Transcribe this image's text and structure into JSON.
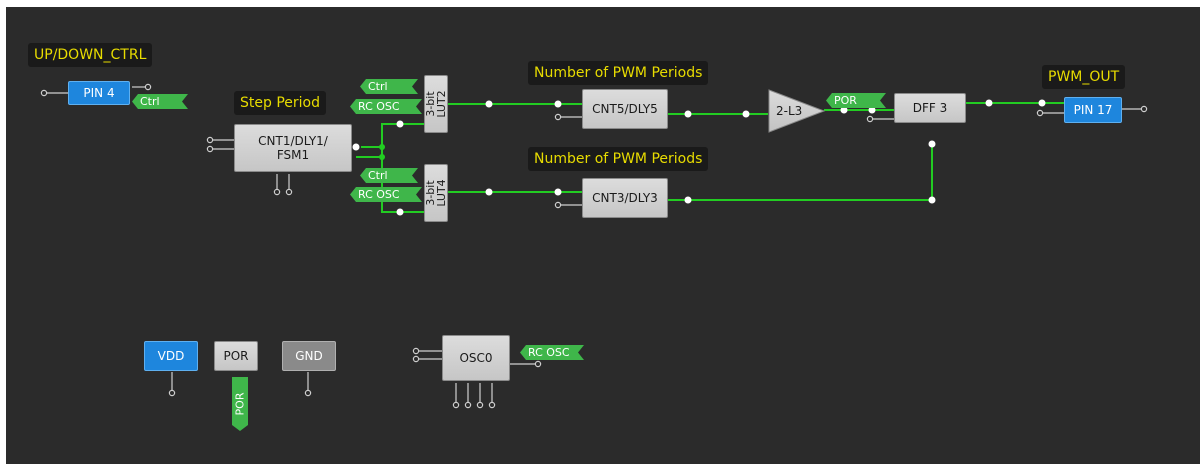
{
  "labels": {
    "up_down_ctrl": "UP/DOWN_CTRL",
    "step_period": "Step Period",
    "pwm_periods_top": "Number of PWM Periods",
    "pwm_periods_bottom": "Number of PWM Periods",
    "pwm_out": "PWM_OUT"
  },
  "blocks": {
    "pin4": "PIN 4",
    "cnt1": "CNT1/DLY1/\nFSM1",
    "lut2": "3-bit\nLUT2",
    "lut4": "3-bit\nLUT4",
    "cnt5": "CNT5/DLY5",
    "cnt3": "CNT3/DLY3",
    "l3": "2-L3",
    "dff3": "DFF 3",
    "pin17": "PIN 17",
    "vdd": "VDD",
    "por": "POR",
    "gnd": "GND",
    "osc0": "OSC0"
  },
  "flags": {
    "ctrl_pin4": "Ctrl",
    "ctrl_lut2": "Ctrl",
    "rcosc_lut2": "RC OSC",
    "ctrl_lut4": "Ctrl",
    "rcosc_lut4": "RC OSC",
    "por_dff": "POR",
    "por_vertical": "POR",
    "rcosc_osc0": "RC OSC"
  },
  "colors": {
    "background": "#2b2b2b",
    "wire": "#22cc22",
    "label_text": "#e8dc00",
    "pin_blue": "#1e86dd",
    "flag_green": "#3fb64a"
  }
}
